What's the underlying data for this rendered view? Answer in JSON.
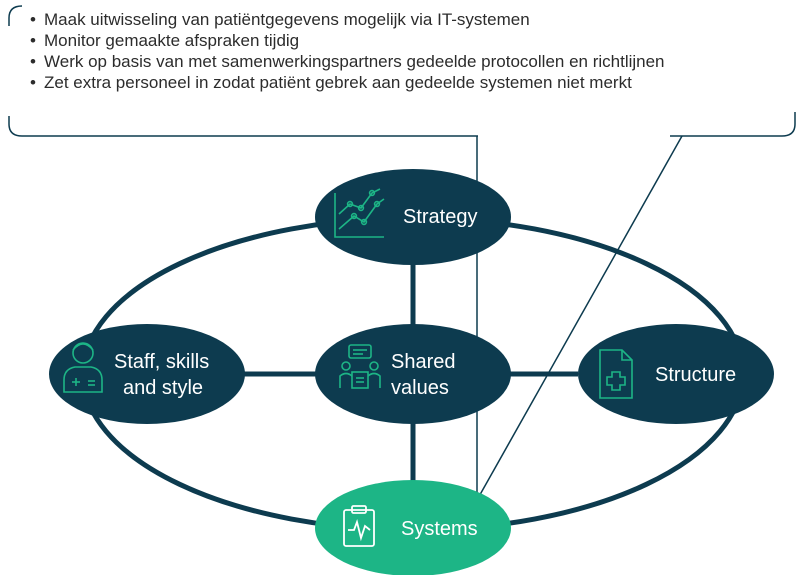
{
  "callout": {
    "bullets": [
      "Maak uitwisseling van patiëntgegevens mogelijk via IT-systemen",
      "Monitor gemaakte afspraken tijdig",
      "Werk op basis van met samenwerkingspartners gedeelde protocollen en richtlijnen",
      "Zet extra personeel in zodat patiënt gebrek aan gedeelde systemen niet merkt"
    ]
  },
  "nodes": {
    "strategy": {
      "label": "Strategy",
      "icon": "chart-icon",
      "color": "#0d3b4f"
    },
    "staff": {
      "line1": "Staff, skills",
      "line2": "and style",
      "icon": "person-icon",
      "color": "#0d3b4f"
    },
    "shared_values": {
      "line1": "Shared",
      "line2": "values",
      "icon": "meeting-icon",
      "color": "#0d3b4f"
    },
    "structure": {
      "label": "Structure",
      "icon": "document-plus-icon",
      "color": "#0d3b4f"
    },
    "systems": {
      "label": "Systems",
      "icon": "monitor-pulse-icon",
      "color": "#1db586"
    }
  },
  "colors": {
    "ring": "#0d3b4f",
    "accent": "#1db586",
    "callout_line": "#0d3b4f"
  }
}
